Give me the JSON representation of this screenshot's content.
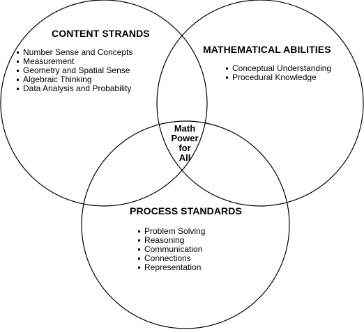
{
  "content_strands": {
    "heading": "CONTENT STRANDS",
    "items": [
      "Number Sense and Concepts",
      "Measurement",
      "Geometry and Spatial Sense",
      "Algebraic Thinking",
      "Data Analysis and Probability"
    ]
  },
  "mathematical_abilities": {
    "heading": "MATHEMATICAL ABILITIES",
    "items": [
      "Conceptual Understanding",
      "Procedural Knowledge"
    ]
  },
  "process_standards": {
    "heading": "PROCESS STANDARDS",
    "items": [
      "Problem Solving",
      "Reasoning",
      "Communication",
      "Connections",
      "Representation"
    ]
  },
  "center": {
    "lines": [
      "Math",
      "Power",
      "for",
      "All"
    ]
  }
}
